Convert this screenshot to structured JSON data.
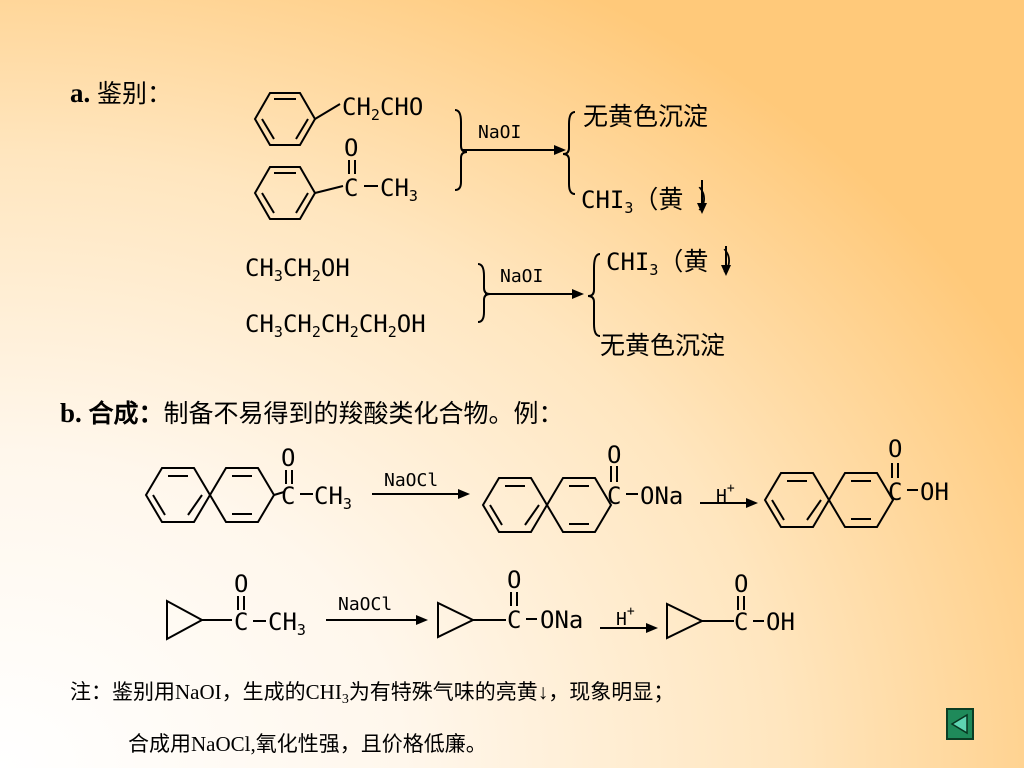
{
  "section_a": {
    "label": "a.",
    "title": "鉴别："
  },
  "section_b": {
    "label": "b.",
    "title": "合成：",
    "desc": "制备不易得到的羧酸类化合物。例："
  },
  "reagents": {
    "naoi": "NaOI",
    "naocl": "NaOCl",
    "h_plus": "H"
  },
  "formulas": {
    "ch2cho": "CH2CHO",
    "o": "O",
    "c": "C",
    "ch3": "CH3",
    "ethanol": "CH3CH2OH",
    "butanol": "CH3CH2CH2CH2OH",
    "ona": "ONa",
    "oh": "OH"
  },
  "results": {
    "no_yellow": "无黄色沉淀",
    "chi3_formula": "CHI3",
    "chi3_yellow": "（黄",
    "close_paren": "）"
  },
  "notes": {
    "label": "注：",
    "line1_a": "鉴别用NaOI，生成的CHI",
    "line1_sub": "3",
    "line1_b": "为有特殊气味的亮黄↓，现象明显；",
    "line2": "合成用NaOCl,氧化性强，且价格低廉。"
  },
  "nav": {
    "back_icon": "back-triangle-icon"
  }
}
